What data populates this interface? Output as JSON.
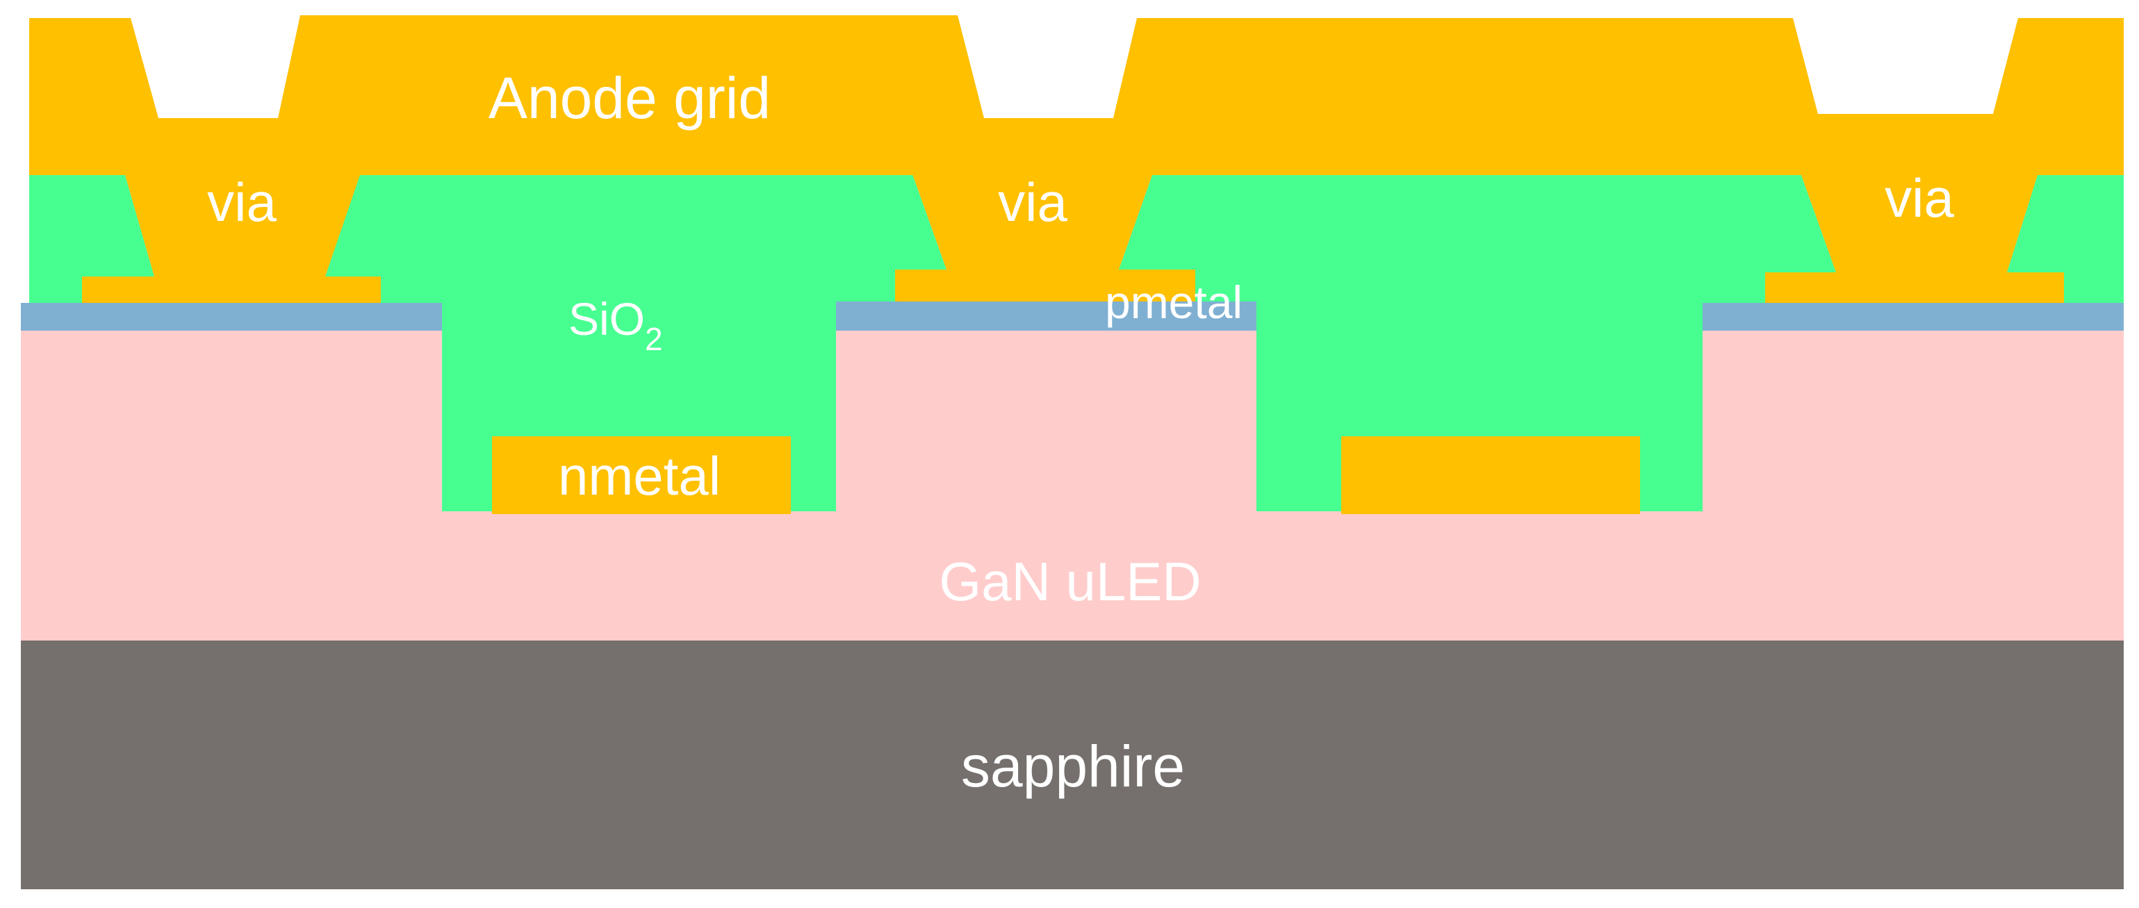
{
  "labels": {
    "anode_grid": "Anode grid",
    "via": "via",
    "sio2_base": "SiO",
    "sio2_subscript": "2",
    "pmetal": "pmetal",
    "nmetal": "nmetal",
    "gan_uled": "GaN uLED",
    "sapphire": "sapphire"
  },
  "colors": {
    "anode_grid": "#FFC000",
    "via": "#FFC000",
    "sio2": "#47FF91",
    "pmetal_layer": "#7FB0D2",
    "metal_pad": "#FFC000",
    "gan_uled": "#FFCCCC",
    "sapphire": "#75706D",
    "label_text": "#FFFFFF"
  }
}
